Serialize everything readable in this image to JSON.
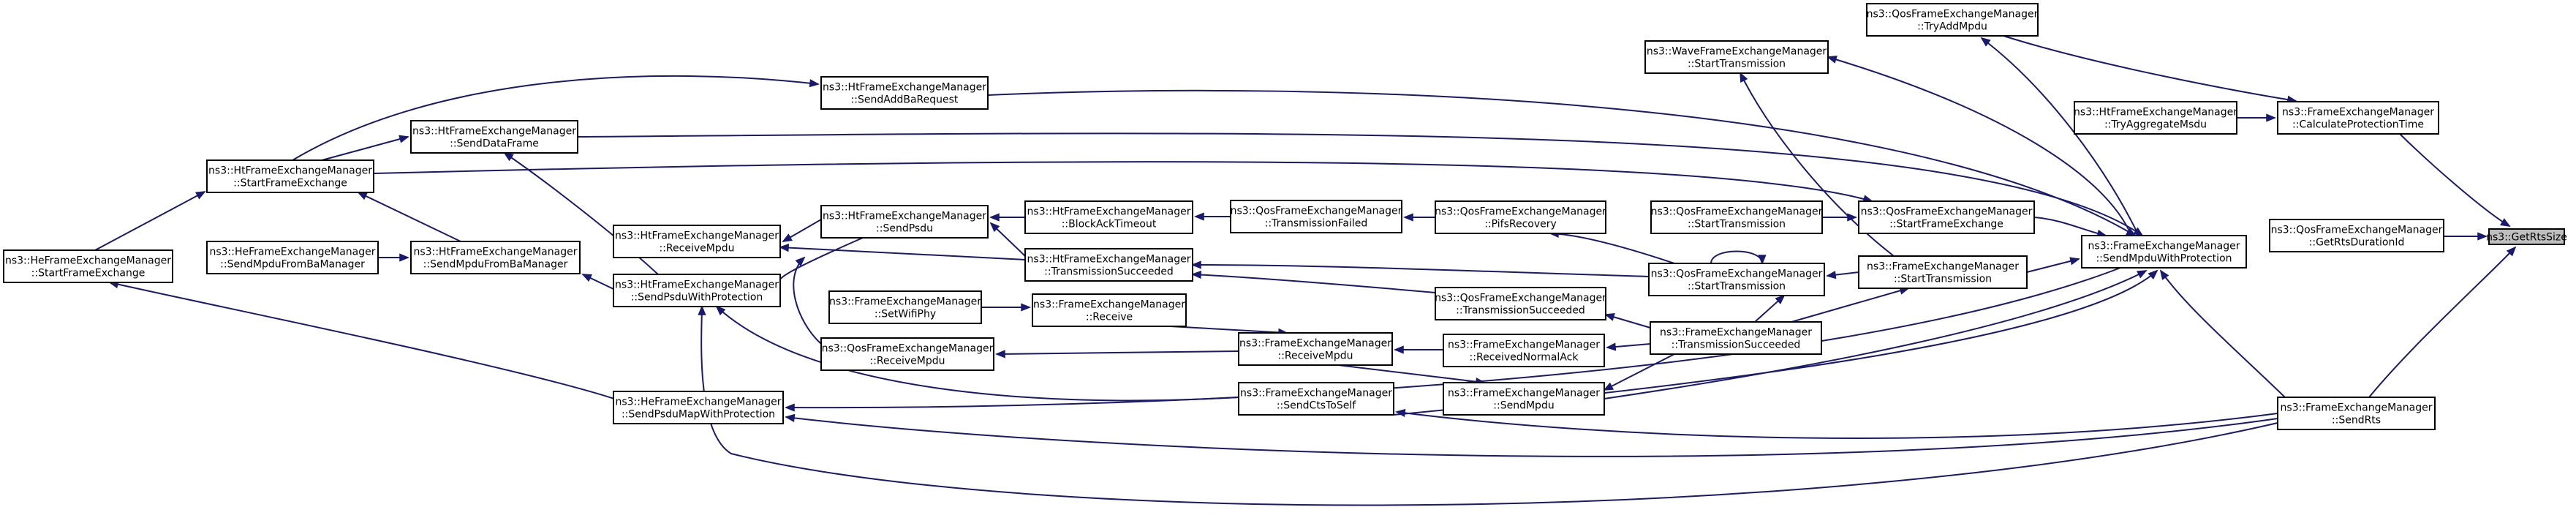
{
  "diagram": {
    "kind": "doxygen-caller-graph",
    "edge_color": "#191970",
    "focus_fill": "#bfbfbf",
    "nodes": {
      "getrts": [
        "ns3::GetRtsSize"
      ],
      "wave_start": [
        "ns3::WaveFrameExchangeManager",
        "::StartTransmission"
      ],
      "qos_tryadd": [
        "ns3::QosFrameExchangeManager",
        "::TryAddMpdu"
      ],
      "fem_calcprot": [
        "ns3::FrameExchangeManager",
        "::CalculateProtectionTime"
      ],
      "ht_tryagg": [
        "ns3::HtFrameExchangeManager",
        "::TryAggregateMsdu"
      ],
      "qos_getrtsdur": [
        "ns3::QosFrameExchangeManager",
        "::GetRtsDurationId"
      ],
      "fem_sendmpduwp": [
        "ns3::FrameExchangeManager",
        "::SendMpduWithProtection"
      ],
      "ht_sendaddba": [
        "ns3::HtFrameExchangeManager",
        "::SendAddBaRequest"
      ],
      "ht_senddata": [
        "ns3::HtFrameExchangeManager",
        "::SendDataFrame"
      ],
      "ht_startfe": [
        "ns3::HtFrameExchangeManager",
        "::StartFrameExchange"
      ],
      "he_startfe": [
        "ns3::HeFrameExchangeManager",
        "::StartFrameExchange"
      ],
      "he_sendmpdufromba": [
        "ns3::HeFrameExchangeManager",
        "::SendMpduFromBaManager"
      ],
      "ht_sendmpdufromba": [
        "ns3::HtFrameExchangeManager",
        "::SendMpduFromBaManager"
      ],
      "ht_recvmpdu": [
        "ns3::HtFrameExchangeManager",
        "::ReceiveMpdu"
      ],
      "ht_sendpsduwp": [
        "ns3::HtFrameExchangeManager",
        "::SendPsduWithProtection"
      ],
      "ht_sendpsdu": [
        "ns3::HtFrameExchangeManager",
        "::SendPsdu"
      ],
      "ht_baticmo": [
        "ns3::HtFrameExchangeManager",
        "::BlockAckTimeout"
      ],
      "qos_txfailed": [
        "ns3::QosFrameExchangeManager",
        "::TransmissionFailed"
      ],
      "qos_pifs": [
        "ns3::QosFrameExchangeManager",
        "::PifsRecovery"
      ],
      "qos_startfe": [
        "ns3::QosFrameExchangeManager",
        "::StartFrameExchange"
      ],
      "qos_starttx_left": [
        "ns3::QosFrameExchangeManager",
        "::StartTransmission"
      ],
      "ht_txsucc": [
        "ns3::HtFrameExchangeManager",
        "::TransmissionSucceeded"
      ],
      "qos_starttx": [
        "ns3::QosFrameExchangeManager",
        "::StartTransmission"
      ],
      "fem_starttx": [
        "ns3::FrameExchangeManager",
        "::StartTransmission"
      ],
      "fem_setwifiphy": [
        "ns3::FrameExchangeManager",
        "::SetWifiPhy"
      ],
      "fem_receive": [
        "ns3::FrameExchangeManager",
        "::Receive"
      ],
      "qos_txsucc": [
        "ns3::QosFrameExchangeManager",
        "::TransmissionSucceeded"
      ],
      "fem_txsucc": [
        "ns3::FrameExchangeManager",
        "::TransmissionSucceeded"
      ],
      "qos_recvmpdu": [
        "ns3::QosFrameExchangeManager",
        "::ReceiveMpdu"
      ],
      "fem_recvmpdu": [
        "ns3::FrameExchangeManager",
        "::ReceiveMpdu"
      ],
      "fem_recvnack": [
        "ns3::FrameExchangeManager",
        "::ReceivedNormalAck"
      ],
      "fem_sendcts": [
        "ns3::FrameExchangeManager",
        "::SendCtsToSelf"
      ],
      "fem_sendmpdu": [
        "ns3::FrameExchangeManager",
        "::SendMpdu"
      ],
      "he_sendpsdump": [
        "ns3::HeFrameExchangeManager",
        "::SendPsduMapWithProtection"
      ],
      "fem_sendrts": [
        "ns3::FrameExchangeManager",
        "::SendRts"
      ]
    }
  }
}
